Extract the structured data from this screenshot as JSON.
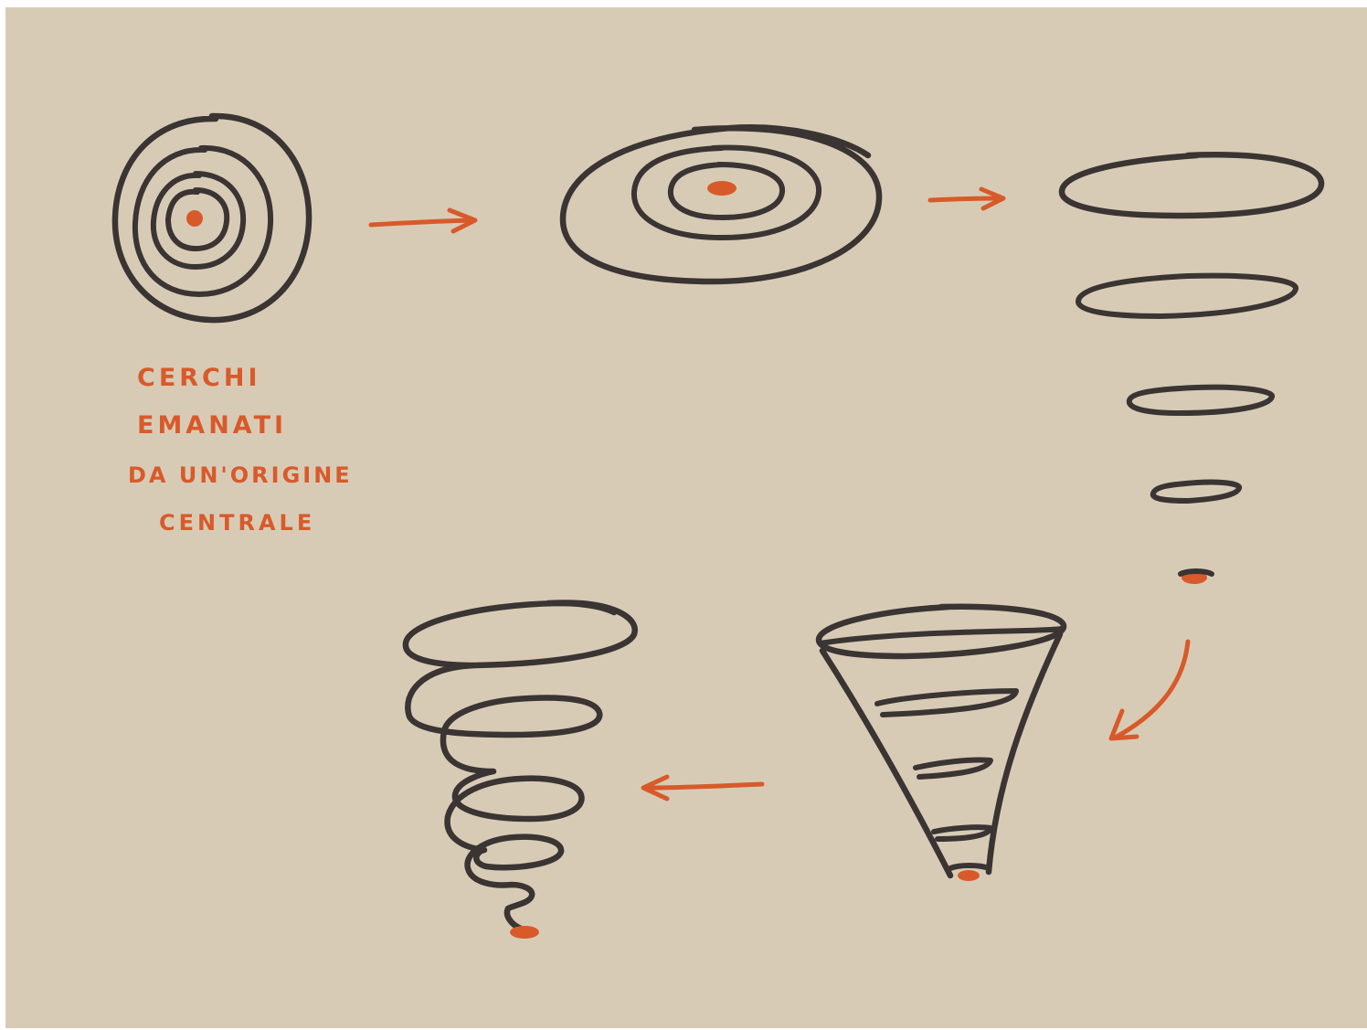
{
  "caption": {
    "line1": "CERCHI",
    "line2": "EMANATI",
    "line3": "DA UN'ORIGINE",
    "line4": "CENTRALE"
  },
  "colors": {
    "background": "#d8cbb6",
    "ink": "#3a3433",
    "accent": "#d85a2a"
  }
}
